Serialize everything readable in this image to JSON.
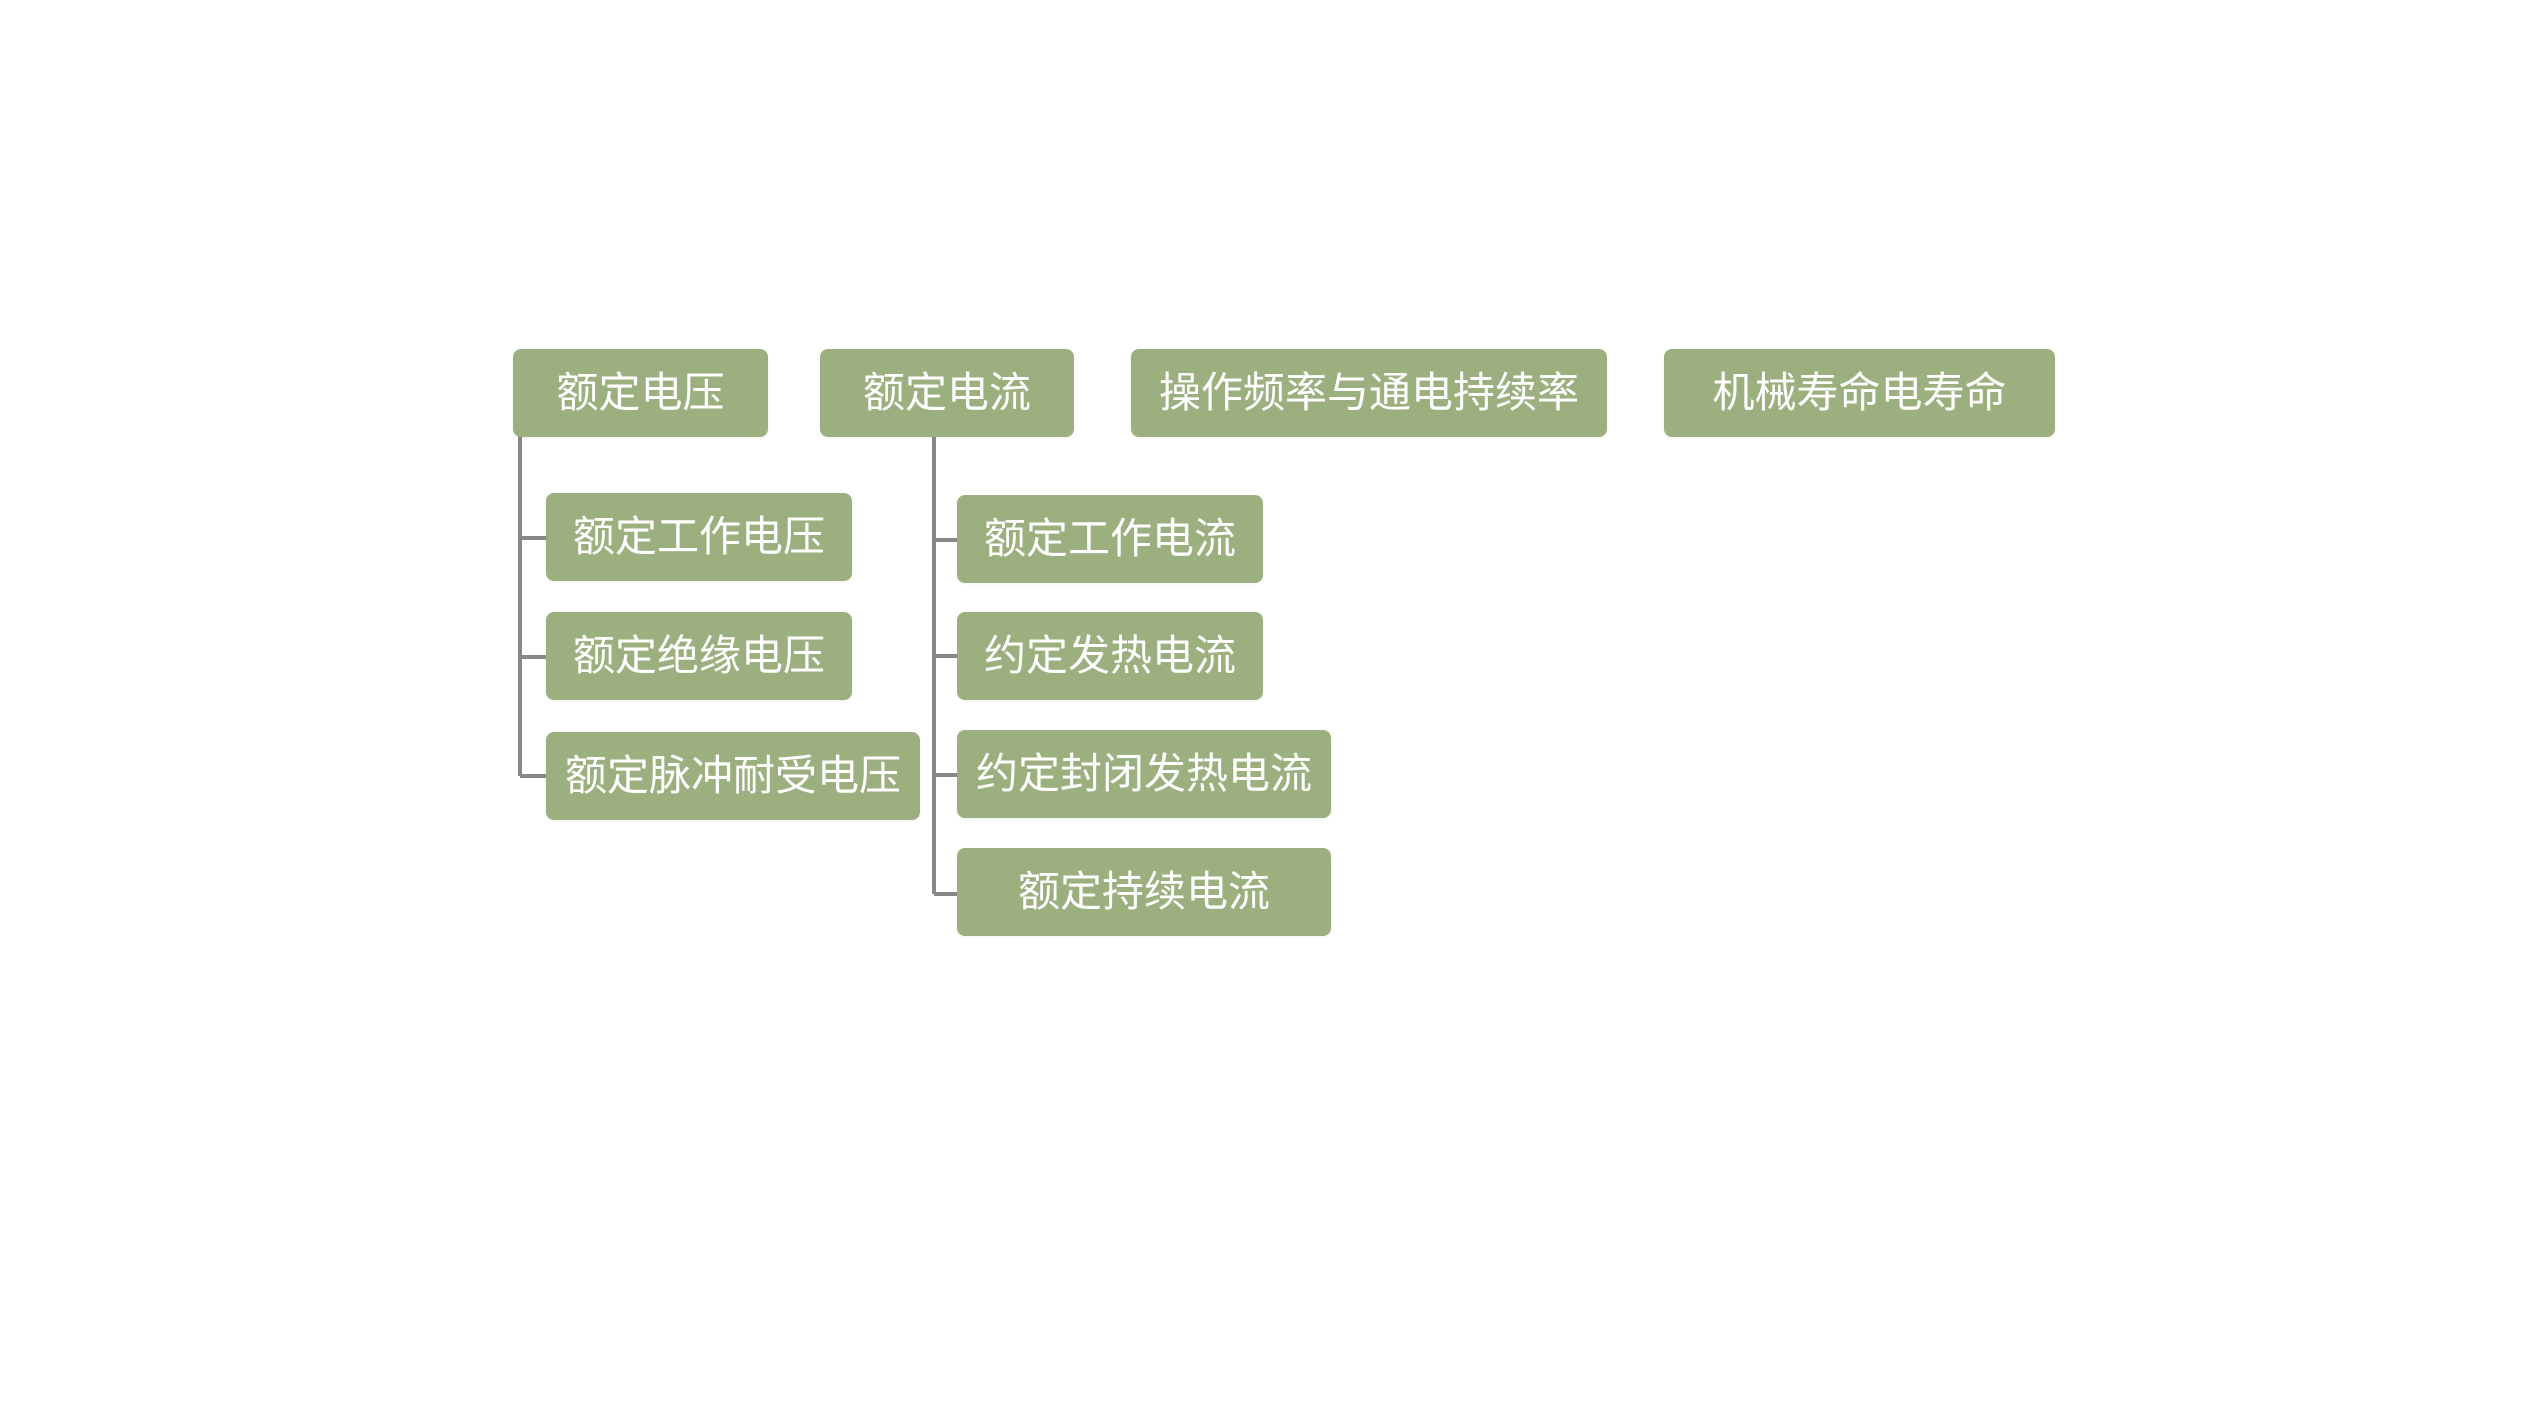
{
  "colors": {
    "node_fill": "#9caf7e",
    "node_text": "#ffffff",
    "connector": "#888888",
    "background": "#ffffff"
  },
  "diagram": {
    "groups": [
      {
        "label": "额定电压",
        "children": [
          "额定工作电压",
          "额定绝缘电压",
          "额定脉冲耐受电压"
        ]
      },
      {
        "label": "额定电流",
        "children": [
          "额定工作电流",
          "约定发热电流",
          "约定封闭发热电流",
          "额定持续电流"
        ]
      },
      {
        "label": "操作频率与通电持续率",
        "children": []
      },
      {
        "label": "机械寿命电寿命",
        "children": []
      }
    ]
  }
}
